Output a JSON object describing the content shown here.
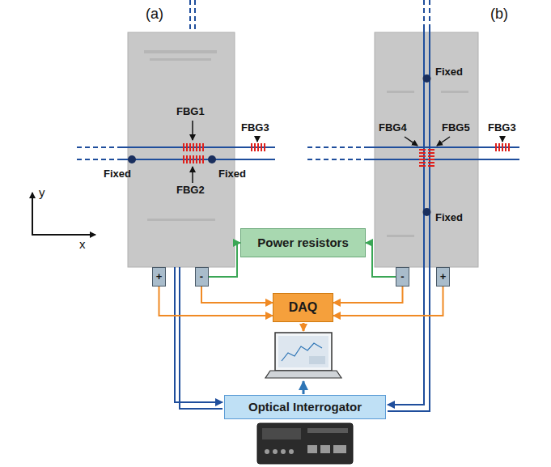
{
  "diagram": {
    "nodes": [
      {
        "text": [
          "+"
        ]
      },
      {
        "text": [
          "-"
        ]
      },
      {
        "text": [
          "-"
        ]
      },
      {
        "text": [
          "+"
        ]
      },
      {
        "text": [
          "Power resistors"
        ]
      },
      {
        "text": [
          "DAQ"
        ]
      },
      {
        "text": [
          "Optical Interrogator"
        ]
      }
    ],
    "edges": [
      {
        "from": 0,
        "to": 5,
        "arrow": "to"
      },
      {
        "from": 1,
        "to": 4,
        "arrow": "to"
      },
      {
        "from": 1,
        "to": 5,
        "arrow": "to"
      },
      {
        "from": 2,
        "to": 4,
        "arrow": "to"
      },
      {
        "from": 2,
        "to": 5,
        "arrow": "to"
      },
      {
        "from": 3,
        "to": 5,
        "arrow": "to"
      }
    ],
    "labels": [
      "(a)",
      "(b)",
      "FBG1",
      "FBG2",
      "FBG3",
      "FBG4",
      "FBG5",
      "FBG3",
      "Fixed",
      "Fixed",
      "Fixed",
      "Fixed",
      "y",
      "x"
    ]
  }
}
